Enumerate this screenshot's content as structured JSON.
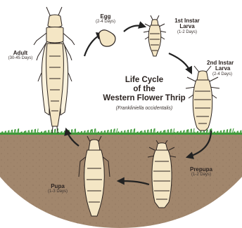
{
  "diagram": {
    "title_lines": [
      "Life Cycle",
      "of the",
      "Western Flower Thrip"
    ],
    "scientific_name": "(Frankliniella occidentalis)",
    "stages": {
      "egg": {
        "label": "Egg",
        "duration": "(2-4 Days)"
      },
      "larva1": {
        "label_lines": [
          "1st Instar",
          "Larva"
        ],
        "duration": "(1-2 Days)"
      },
      "larva2": {
        "label_lines": [
          "2nd Instar",
          "Larva"
        ],
        "duration": "(2-4 Days)"
      },
      "prepupa": {
        "label": "Prepupa",
        "duration": "(1-2 Days)"
      },
      "pupa": {
        "label": "Pupa",
        "duration": "(1-3 Days)"
      },
      "adult": {
        "label": "Adult",
        "duration": "(30-45 Days)"
      }
    },
    "colors": {
      "soil": "#a1866c",
      "grass": "#3f9a3a",
      "insect_fill": "#f4e6c5",
      "insect_stroke": "#2b2320",
      "arrow": "#222222"
    }
  }
}
